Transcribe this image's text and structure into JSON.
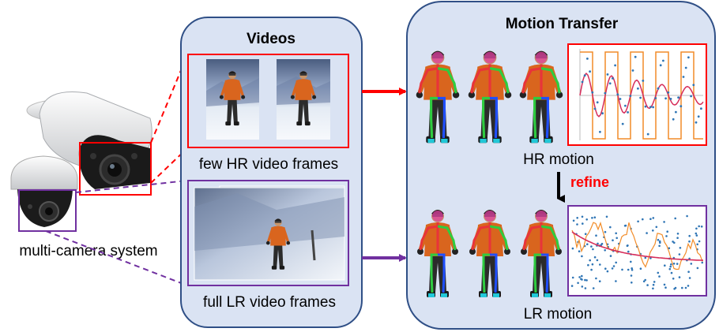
{
  "cameras": {
    "caption": "multi-camera system"
  },
  "videos": {
    "title": "Videos",
    "hr_caption": "few HR video frames",
    "lr_caption": "full LR video frames"
  },
  "motion": {
    "title": "Motion Transfer",
    "hr_label": "HR motion",
    "lr_label": "LR motion",
    "refine_label": "refine"
  },
  "colors": {
    "panel_fill": "#dae3f3",
    "panel_stroke": "#2f4f86",
    "hr_accent": "#ff0000",
    "lr_accent": "#7030a0",
    "refine_text": "#ff0000",
    "jacket": "#d9651e",
    "pants": "#2b2b2b",
    "skeleton_spine": "#e8343a",
    "skeleton_left": "#2ecc40",
    "skeleton_right": "#1f4fff",
    "skeleton_feet": "#21c8d8",
    "chart_orange": "#f28c28",
    "chart_crimson": "#d62d5a",
    "chart_blue": "#2f75b5"
  },
  "icons": {
    "hr_arrow": "right-arrow-icon",
    "lr_arrow": "right-arrow-icon",
    "refine_arrow": "down-arrow-icon",
    "bullet_camera": "bullet-camera-icon",
    "dome_camera": "dome-camera-icon",
    "skier": "skier-icon"
  }
}
